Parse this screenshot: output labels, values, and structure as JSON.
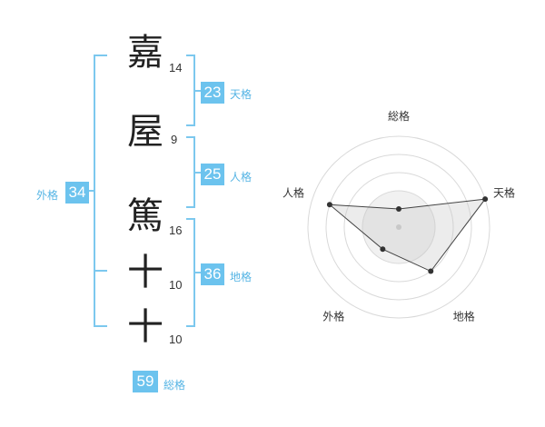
{
  "characters": [
    {
      "char": "嘉",
      "strokes": "14"
    },
    {
      "char": "屋",
      "strokes": "9"
    },
    {
      "char": "篤",
      "strokes": "16"
    },
    {
      "char": "十",
      "strokes": "10"
    },
    {
      "char": "十",
      "strokes": "10"
    }
  ],
  "grades": {
    "tenkaku": {
      "value": "23",
      "label": "天格"
    },
    "jinkaku": {
      "value": "25",
      "label": "人格"
    },
    "chikaku": {
      "value": "36",
      "label": "地格"
    },
    "gaikaku": {
      "value": "34",
      "label": "外格"
    },
    "soukaku": {
      "value": "59",
      "label": "総格"
    }
  },
  "colors": {
    "accent": "#6cc3ee",
    "bracket": "#7cc8ee",
    "radar_fill": "#e9e9e9"
  },
  "chart_data": {
    "type": "radar",
    "axes": [
      "総格",
      "天格",
      "地格",
      "外格",
      "人格"
    ],
    "max": 5,
    "values": [
      1,
      5,
      3,
      1.5,
      4
    ]
  }
}
